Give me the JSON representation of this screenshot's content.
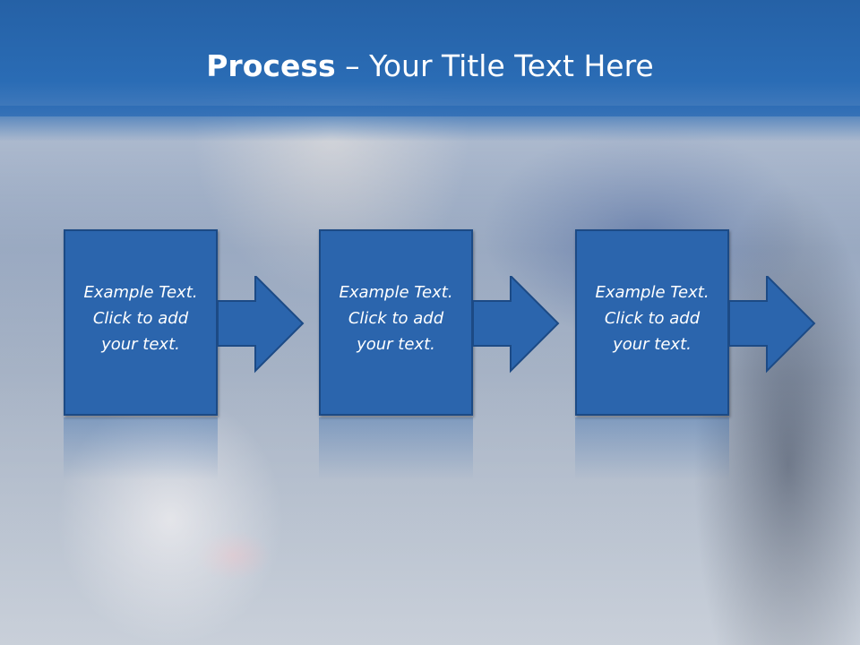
{
  "slide": {
    "title_bold": "Process",
    "title_sep": " – ",
    "title_rest": "Your Title Text Here"
  },
  "steps": [
    {
      "line1": "Example Text.",
      "line2": "Click  to add",
      "line3": "your text."
    },
    {
      "line1": "Example Text.",
      "line2": "Click  to add",
      "line3": "your text."
    },
    {
      "line1": "Example Text.",
      "line2": "Click  to add",
      "line3": "your text."
    }
  ],
  "colors": {
    "title_bar": "#2a6cb5",
    "box_fill": "#2b65ad",
    "box_border": "#1c4a85",
    "text": "#ffffff"
  }
}
